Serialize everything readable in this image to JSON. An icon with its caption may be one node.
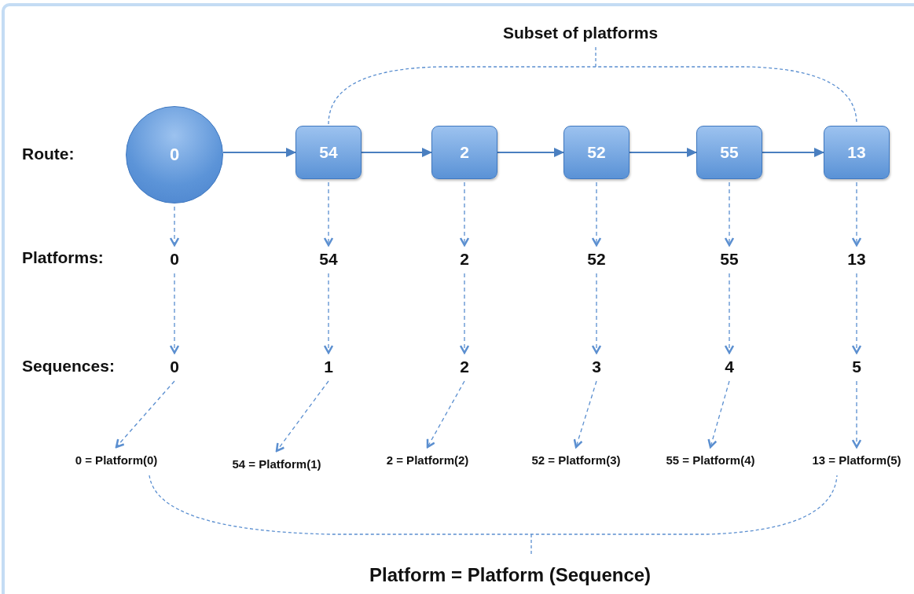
{
  "diagram": {
    "nodes": [
      {
        "text": [
          "0"
        ]
      },
      {
        "text": [
          "54"
        ]
      },
      {
        "text": [
          "2"
        ]
      },
      {
        "text": [
          "52"
        ]
      },
      {
        "text": [
          "55"
        ]
      },
      {
        "text": [
          "13"
        ]
      },
      {
        "text": [
          "0"
        ]
      },
      {
        "text": [
          "54"
        ]
      },
      {
        "text": [
          "2"
        ]
      },
      {
        "text": [
          "52"
        ]
      },
      {
        "text": [
          "55"
        ]
      },
      {
        "text": [
          "13"
        ]
      },
      {
        "text": [
          "0"
        ]
      },
      {
        "text": [
          "1"
        ]
      },
      {
        "text": [
          "2"
        ]
      },
      {
        "text": [
          "3"
        ]
      },
      {
        "text": [
          "4"
        ]
      },
      {
        "text": [
          "5"
        ]
      },
      {
        "text": [
          "0 = Platform(0)"
        ]
      },
      {
        "text": [
          "54 = Platform(1)"
        ]
      },
      {
        "text": [
          "2 = Platform(2)"
        ]
      },
      {
        "text": [
          "52 = Platform(3)"
        ]
      },
      {
        "text": [
          "55 = Platform(4)"
        ]
      },
      {
        "text": [
          "13 = Platform(5)"
        ]
      }
    ],
    "edges": [
      {
        "from": 0,
        "to": 1,
        "arrow": "to"
      },
      {
        "from": 1,
        "to": 2,
        "arrow": "to"
      },
      {
        "from": 2,
        "to": 3,
        "arrow": "to"
      },
      {
        "from": 3,
        "to": 4,
        "arrow": "to"
      },
      {
        "from": 4,
        "to": 5,
        "arrow": "to"
      },
      {
        "from": 0,
        "to": 6,
        "arrow": "to",
        "style": "dashed"
      },
      {
        "from": 1,
        "to": 7,
        "arrow": "to",
        "style": "dashed"
      },
      {
        "from": 2,
        "to": 8,
        "arrow": "to",
        "style": "dashed"
      },
      {
        "from": 3,
        "to": 9,
        "arrow": "to",
        "style": "dashed"
      },
      {
        "from": 4,
        "to": 10,
        "arrow": "to",
        "style": "dashed"
      },
      {
        "from": 5,
        "to": 11,
        "arrow": "to",
        "style": "dashed"
      },
      {
        "from": 6,
        "to": 12,
        "arrow": "to",
        "style": "dashed"
      },
      {
        "from": 7,
        "to": 13,
        "arrow": "to",
        "style": "dashed"
      },
      {
        "from": 8,
        "to": 14,
        "arrow": "to",
        "style": "dashed"
      },
      {
        "from": 9,
        "to": 15,
        "arrow": "to",
        "style": "dashed"
      },
      {
        "from": 10,
        "to": 16,
        "arrow": "to",
        "style": "dashed"
      },
      {
        "from": 11,
        "to": 17,
        "arrow": "to",
        "style": "dashed"
      },
      {
        "from": 12,
        "to": 18,
        "arrow": "to",
        "style": "dashed"
      },
      {
        "from": 13,
        "to": 19,
        "arrow": "to",
        "style": "dashed"
      },
      {
        "from": 14,
        "to": 20,
        "arrow": "to",
        "style": "dashed"
      },
      {
        "from": 15,
        "to": 21,
        "arrow": "to",
        "style": "dashed"
      },
      {
        "from": 16,
        "to": 22,
        "arrow": "to",
        "style": "dashed"
      },
      {
        "from": 17,
        "to": 23,
        "arrow": "to",
        "style": "dashed"
      }
    ],
    "labels": [
      "Subset of platforms",
      "Route:",
      "Platforms:",
      "Sequences:",
      "Platform = Platform (Sequence)"
    ]
  }
}
